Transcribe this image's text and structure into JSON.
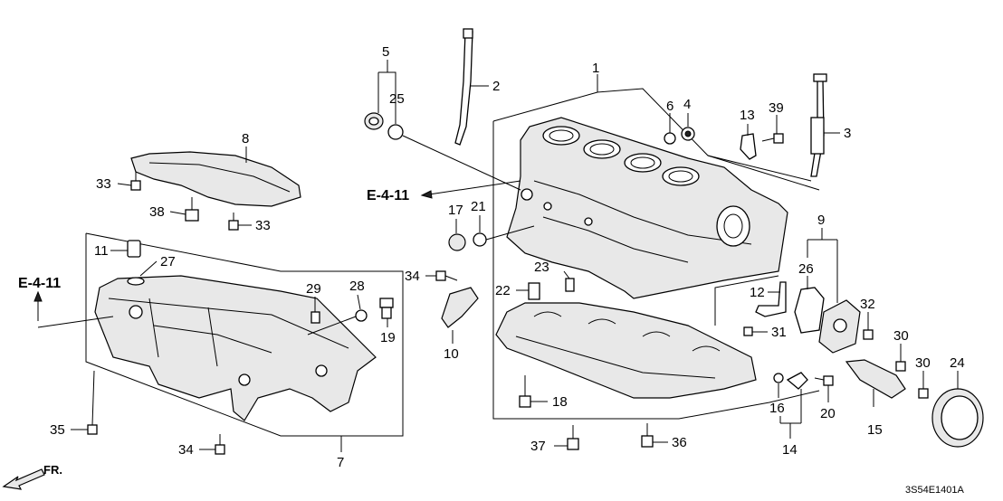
{
  "diagram_code": "3S54E1401A",
  "front_arrow_label": "FR.",
  "references": [
    "E-4-11",
    "E-4-11"
  ],
  "parts": [
    {
      "num": "1"
    },
    {
      "num": "2"
    },
    {
      "num": "3"
    },
    {
      "num": "4"
    },
    {
      "num": "5"
    },
    {
      "num": "6"
    },
    {
      "num": "7"
    },
    {
      "num": "8"
    },
    {
      "num": "9"
    },
    {
      "num": "10"
    },
    {
      "num": "11"
    },
    {
      "num": "12"
    },
    {
      "num": "13"
    },
    {
      "num": "14"
    },
    {
      "num": "15"
    },
    {
      "num": "16"
    },
    {
      "num": "17"
    },
    {
      "num": "18"
    },
    {
      "num": "19"
    },
    {
      "num": "20"
    },
    {
      "num": "21"
    },
    {
      "num": "22"
    },
    {
      "num": "23"
    },
    {
      "num": "24"
    },
    {
      "num": "25"
    },
    {
      "num": "26"
    },
    {
      "num": "27"
    },
    {
      "num": "28"
    },
    {
      "num": "29"
    },
    {
      "num": "30"
    },
    {
      "num": "30"
    },
    {
      "num": "31"
    },
    {
      "num": "32"
    },
    {
      "num": "33"
    },
    {
      "num": "33"
    },
    {
      "num": "34"
    },
    {
      "num": "34"
    },
    {
      "num": "35"
    },
    {
      "num": "36"
    },
    {
      "num": "37"
    },
    {
      "num": "38"
    },
    {
      "num": "39"
    }
  ]
}
